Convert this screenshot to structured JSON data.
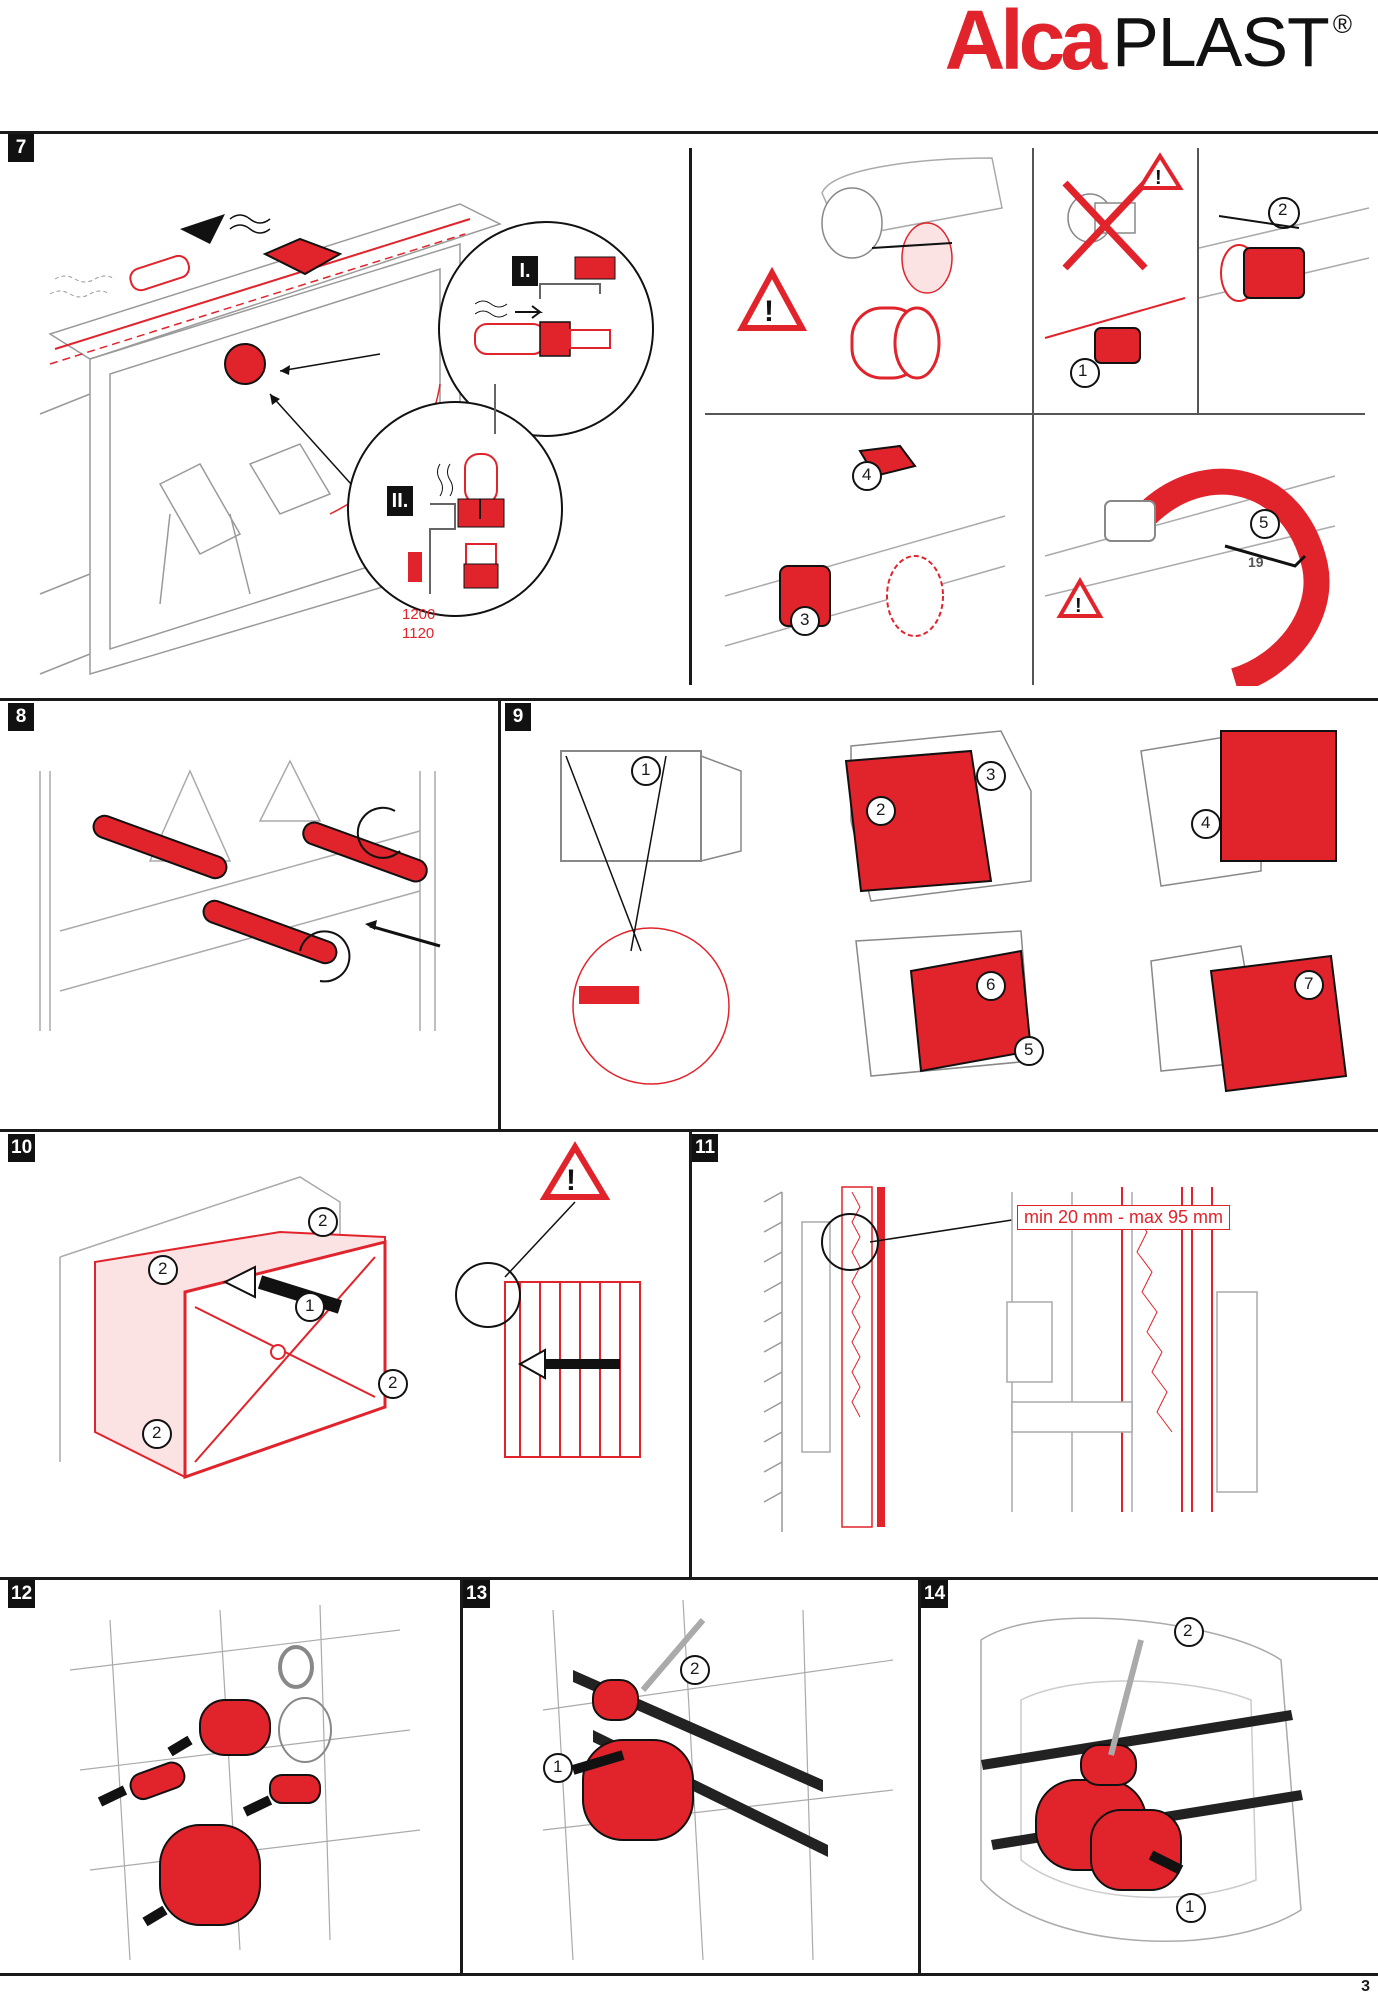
{
  "brand": {
    "name_red": "Alca",
    "name_black": "PLAST",
    "registered": "®"
  },
  "steps": {
    "s7": "7",
    "s8": "8",
    "s9": "9",
    "s10": "10",
    "s11": "11",
    "s12": "12",
    "s13": "13",
    "s14": "14"
  },
  "step7": {
    "detail_one": "I.",
    "detail_two": "II.",
    "height_a": "1200",
    "height_b": "1120"
  },
  "callouts": {
    "c1": "1",
    "c2": "2",
    "c3": "3",
    "c4": "4",
    "c5": "5",
    "c6": "6",
    "c7": "7"
  },
  "wrench_size": "19",
  "step11": {
    "dimension": "min 20 mm - max 95 mm"
  },
  "page_number": "3",
  "colors": {
    "accent": "#e1232b",
    "line": "#1a1a1a",
    "sketch": "#9a9a9a"
  }
}
